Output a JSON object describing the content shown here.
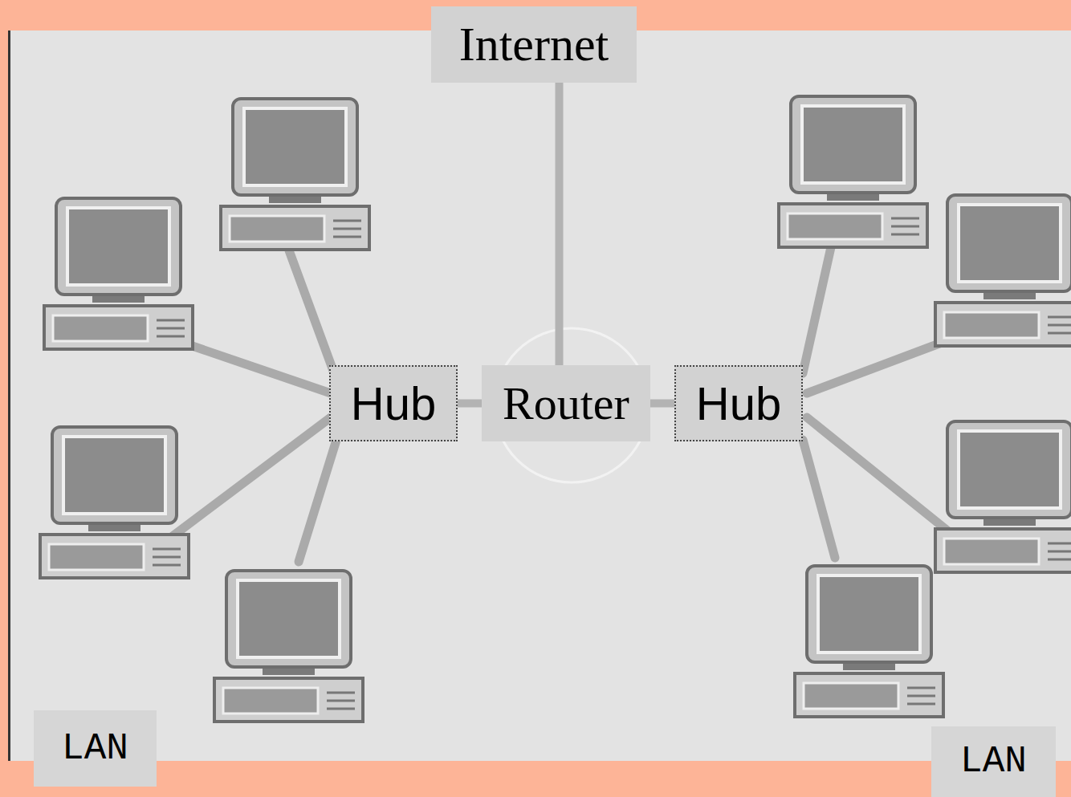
{
  "diagram": {
    "nodes": [
      {
        "text": [
          "Internet"
        ]
      },
      {
        "text": [
          "Hub"
        ]
      },
      {
        "text": [
          "Router"
        ]
      },
      {
        "text": [
          "Hub"
        ]
      }
    ],
    "edges": [
      {
        "from": 0,
        "to": 2,
        "arrow": "none"
      },
      {
        "from": 1,
        "to": 2,
        "arrow": "none"
      },
      {
        "from": 2,
        "to": 3,
        "arrow": "none"
      }
    ],
    "labels": [
      "LAN",
      "LAN"
    ]
  }
}
